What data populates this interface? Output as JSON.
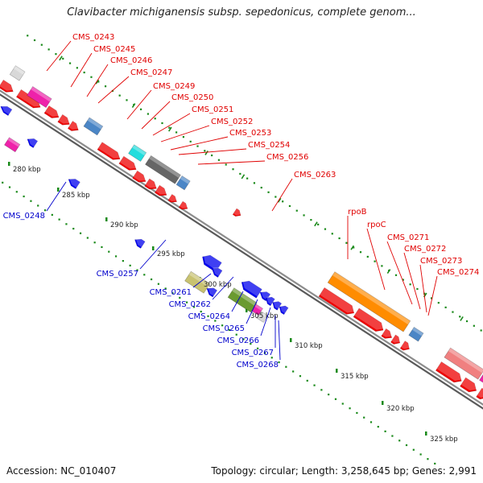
{
  "title": "Clavibacter michiganensis subsp. sepedonicus, complete genom...",
  "footer": {
    "accession": "Accession: NC_010407",
    "summary": "Topology: circular; Length: 3,258,645 bp; Genes: 2,991"
  },
  "colors": {
    "forward_label": "#e00000",
    "reverse_label": "#0000cc",
    "backbone": "#8c8c8c",
    "tick": "#1a8a1a",
    "forward_gene": "#ee0000",
    "reverse_gene": "#0000ee",
    "pink": "#ee22aa",
    "light_gray": "#d8d8d8",
    "steel_blue": "#4b86c6",
    "cyan": "#22dddd",
    "dark_gray": "#666666",
    "khaki": "#c8c270",
    "olive": "#6a9a30",
    "orange": "#ff8c00",
    "salmon": "#f08080"
  },
  "ticks": [
    "280 kbp",
    "285 kbp",
    "290 kbp",
    "295 kbp",
    "300 kbp",
    "305 kbp",
    "310 kbp",
    "315 kbp",
    "320 kbp",
    "325 kbp"
  ],
  "forward_genes": [
    "CMS_0243",
    "CMS_0245",
    "CMS_0246",
    "CMS_0247",
    "CMS_0249",
    "CMS_0250",
    "CMS_0251",
    "CMS_0252",
    "CMS_0253",
    "CMS_0254",
    "CMS_0256",
    "CMS_0263",
    "rpoB",
    "rpoC",
    "CMS_0271",
    "CMS_0272",
    "CMS_0273",
    "CMS_0274"
  ],
  "reverse_genes": [
    "CMS_0248",
    "CMS_0257",
    "CMS_0261",
    "CMS_0262",
    "CMS_0264",
    "CMS_0265",
    "CMS_0266",
    "CMS_0267",
    "CMS_0268"
  ]
}
